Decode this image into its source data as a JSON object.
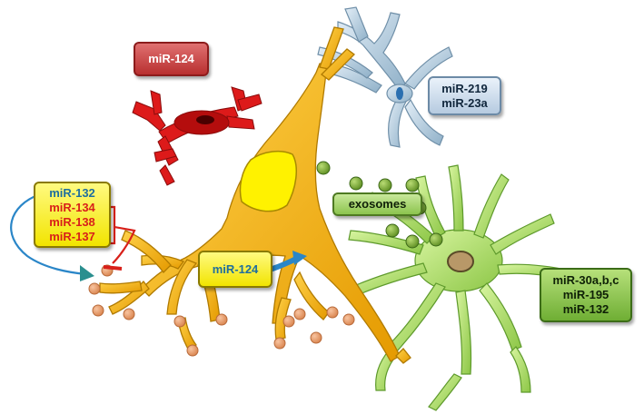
{
  "labels": {
    "red_cell": "miR-124",
    "blue_cell": [
      "miR-219",
      "miR-23a"
    ],
    "exosomes": "exosomes",
    "neuron_transfer": "miR-124",
    "synapse_top": "miR-132",
    "synapse_red": [
      "miR-134",
      "miR-138",
      "miR-137"
    ],
    "astrocyte": [
      "miR-30a,b,c",
      "miR-195",
      "miR-132"
    ]
  },
  "colors": {
    "neuron": "#f5b400",
    "nucleus": "#fff200",
    "oligodendrocyte": "#b9cfdf",
    "microglia": "#dd1a1a",
    "astrocyte": "#b6e36e",
    "vesicle": "#77a832",
    "bouton": "#f0a070",
    "inhibit_arrow": "#d8201a",
    "activate_arrow": "#2a86c8",
    "teal_head": "#2a8f8f"
  }
}
